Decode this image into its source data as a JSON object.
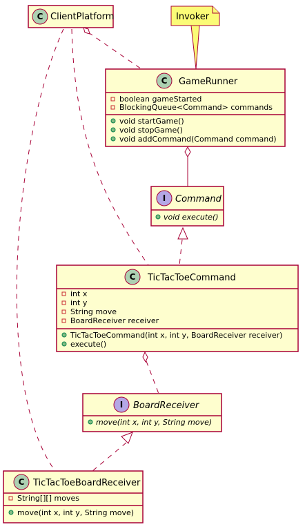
{
  "diagram": {
    "note": {
      "text": "Invoker"
    },
    "classes": {
      "client_platform": {
        "kind": "C",
        "name": "ClientPlatform"
      },
      "game_runner": {
        "kind": "C",
        "name": "GameRunner",
        "fields": [
          "boolean gameStarted",
          "BlockingQueue<Command> commands"
        ],
        "methods": [
          "void startGame()",
          "void stopGame()",
          "void addCommand(Command command)"
        ]
      },
      "command": {
        "kind": "I",
        "name": "Command",
        "methods": [
          "void execute()"
        ]
      },
      "tictactoe_command": {
        "kind": "C",
        "name": "TicTacToeCommand",
        "fields": [
          "int x",
          "int y",
          "String move",
          "BoardReceiver receiver"
        ],
        "methods": [
          "TicTacToeCommand(int x, int y, BoardReceiver receiver)",
          "execute()"
        ]
      },
      "board_receiver": {
        "kind": "I",
        "name": "BoardReceiver",
        "methods": [
          "move(int x, int y, String move)"
        ]
      },
      "tictactoe_board_receiver": {
        "kind": "C",
        "name": "TicTacToeBoardReceiver",
        "fields": [
          "String[][] moves"
        ],
        "methods": [
          "move(int x, int y, String move)"
        ]
      }
    }
  }
}
